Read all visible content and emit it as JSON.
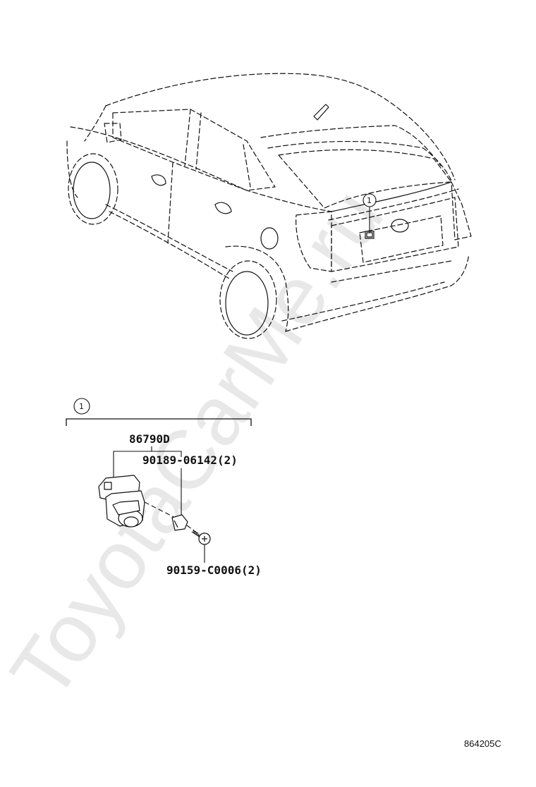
{
  "watermark": "ToyotaCarMe.ru",
  "diagram_code": "864205C",
  "callout": {
    "number": "1"
  },
  "group": {
    "number": "1"
  },
  "parts": [
    {
      "part_no": "86790D"
    },
    {
      "part_no": "90189-06142(2)"
    },
    {
      "part_no": "90159-C0006(2)"
    }
  ]
}
